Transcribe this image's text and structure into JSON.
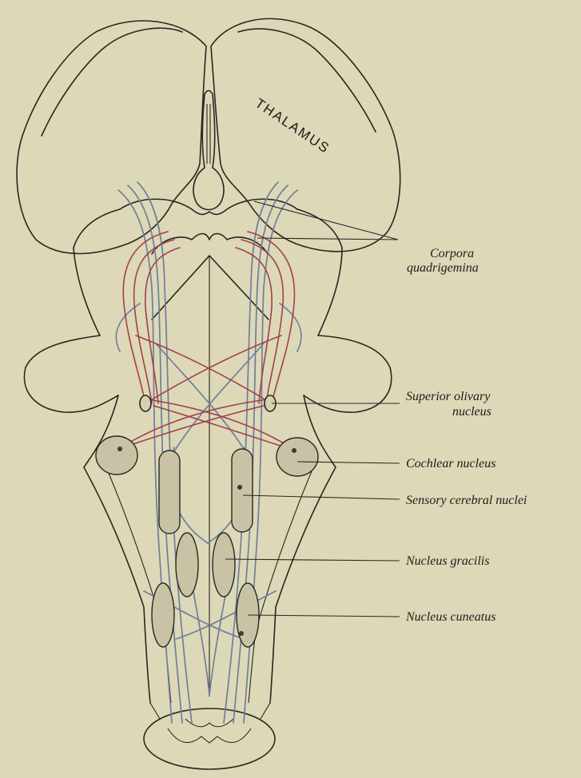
{
  "figure": {
    "region_label": "THALAMUS",
    "labels": {
      "corpora_line1": "Corpora",
      "corpora_line2": "quadrigemina",
      "olivary_line1": "Superior olivary",
      "olivary_line2": "nucleus",
      "cochlear": "Cochlear nucleus",
      "sensory": "Sensory cerebral nuclei",
      "gracilis": "Nucleus gracilis",
      "cuneatus": "Nucleus cuneatus"
    },
    "colors": {
      "background": "#ddd8b8",
      "outline": "#2a2620",
      "sensory_tract_blue": "#6e7f9c",
      "auditory_tract_red": "#a0404e",
      "nucleus_fill": "#c9c3a6"
    }
  }
}
